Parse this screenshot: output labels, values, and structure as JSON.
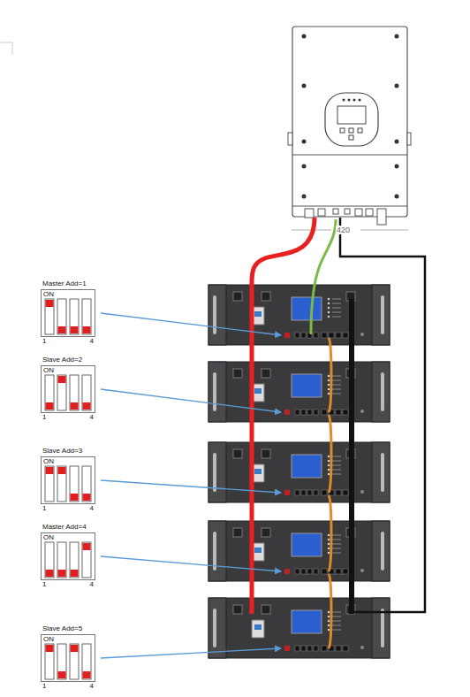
{
  "diagram": {
    "nodes": [
      {
        "text": [
          "Master Add=1",
          "ON",
          "1",
          "4"
        ]
      },
      {
        "text": [
          "Slave Add=2",
          "ON",
          "1",
          "4"
        ]
      },
      {
        "text": [
          "Slave Add=3",
          "ON",
          "1",
          "4"
        ]
      },
      {
        "text": [
          "Master Add=4",
          "ON",
          "1",
          "4"
        ]
      },
      {
        "text": [
          "Slave Add=5",
          "ON",
          "1",
          "4"
        ]
      }
    ],
    "labels": [
      "420"
    ]
  }
}
